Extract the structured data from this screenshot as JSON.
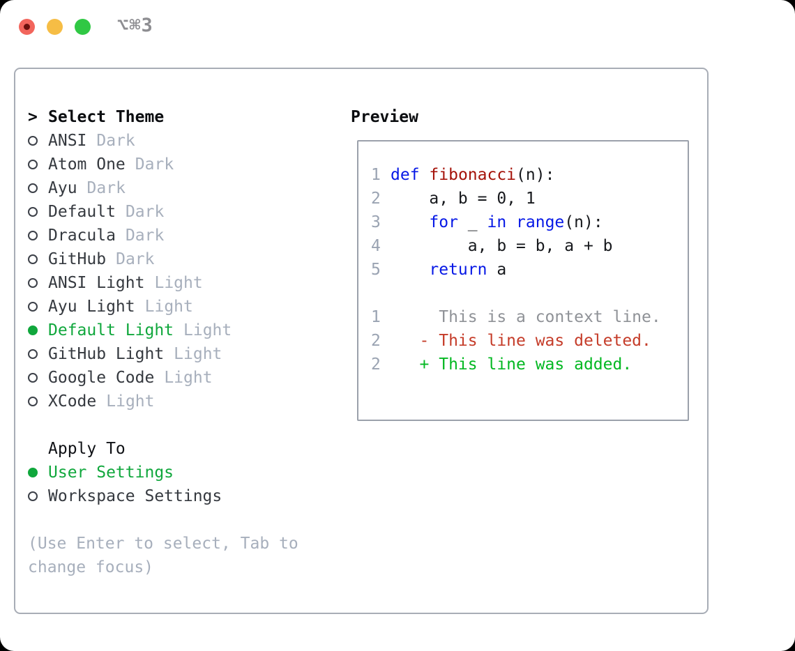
{
  "titlebar": {
    "shortcut": "⌥⌘3",
    "traffic_lights": {
      "close_color": "#f2655c",
      "close_dot_color": "#6b100c",
      "minimize_color": "#f6bd45",
      "zoom_color": "#30c844"
    }
  },
  "theme_panel": {
    "header_prefix": ">",
    "header": "Select Theme",
    "items": [
      {
        "name": "ANSI",
        "tag": "Dark",
        "selected": false
      },
      {
        "name": "Atom One",
        "tag": "Dark",
        "selected": false
      },
      {
        "name": "Ayu",
        "tag": "Dark",
        "selected": false
      },
      {
        "name": "Default",
        "tag": "Dark",
        "selected": false
      },
      {
        "name": "Dracula",
        "tag": "Dark",
        "selected": false
      },
      {
        "name": "GitHub",
        "tag": "Dark",
        "selected": false
      },
      {
        "name": "ANSI Light",
        "tag": "Light",
        "selected": false
      },
      {
        "name": "Ayu Light",
        "tag": "Light",
        "selected": false
      },
      {
        "name": "Default Light",
        "tag": "Light",
        "selected": true
      },
      {
        "name": "GitHub Light",
        "tag": "Light",
        "selected": false
      },
      {
        "name": "Google Code",
        "tag": "Light",
        "selected": false
      },
      {
        "name": "XCode",
        "tag": "Light",
        "selected": false
      }
    ]
  },
  "apply_panel": {
    "header": "Apply To",
    "items": [
      {
        "label": "User Settings",
        "selected": true
      },
      {
        "label": "Workspace Settings",
        "selected": false
      }
    ]
  },
  "hint": "(Use Enter to select, Tab to change focus)",
  "preview": {
    "title": "Preview",
    "lines": [
      {
        "num": "1",
        "kind": "code",
        "spans": [
          {
            "c": "kw",
            "t": "def"
          },
          {
            "c": "pl",
            "t": " "
          },
          {
            "c": "fn",
            "t": "fibonacci"
          },
          {
            "c": "pl",
            "t": "(n):"
          }
        ]
      },
      {
        "num": "2",
        "kind": "code",
        "spans": [
          {
            "c": "pl",
            "t": "    a, b = 0, 1"
          }
        ]
      },
      {
        "num": "3",
        "kind": "code",
        "spans": [
          {
            "c": "pl",
            "t": "    "
          },
          {
            "c": "kw",
            "t": "for"
          },
          {
            "c": "pl",
            "t": " _ "
          },
          {
            "c": "kw",
            "t": "in"
          },
          {
            "c": "pl",
            "t": " "
          },
          {
            "c": "kw",
            "t": "range"
          },
          {
            "c": "pl",
            "t": "(n):"
          }
        ]
      },
      {
        "num": "4",
        "kind": "code",
        "spans": [
          {
            "c": "pl",
            "t": "        a, b = b, a + b"
          }
        ]
      },
      {
        "num": "5",
        "kind": "code",
        "spans": [
          {
            "c": "pl",
            "t": "    "
          },
          {
            "c": "kw",
            "t": "return"
          },
          {
            "c": "pl",
            "t": " a"
          }
        ]
      },
      {
        "num": "",
        "kind": "blank",
        "spans": []
      },
      {
        "num": "1",
        "kind": "diff-context",
        "spans": [
          {
            "c": "ctx",
            "t": "     This is a context line."
          }
        ]
      },
      {
        "num": "2",
        "kind": "diff-deleted",
        "spans": [
          {
            "c": "del",
            "t": "   - This line was deleted."
          }
        ]
      },
      {
        "num": "2",
        "kind": "diff-added",
        "spans": [
          {
            "c": "add",
            "t": "   + This line was added."
          }
        ]
      }
    ]
  },
  "colors": {
    "accent_green": "#10a73c",
    "keyword_blue": "#0618e6",
    "function_red": "#a5130a",
    "diff_deleted_red": "#c53c29",
    "diff_added_green": "#03b822",
    "line_number_gray": "#9aa3b2",
    "muted_gray": "#a7afbc",
    "item_text": "#35393f",
    "window_border": "#a8adb6",
    "preview_border": "#9ba1ab"
  }
}
